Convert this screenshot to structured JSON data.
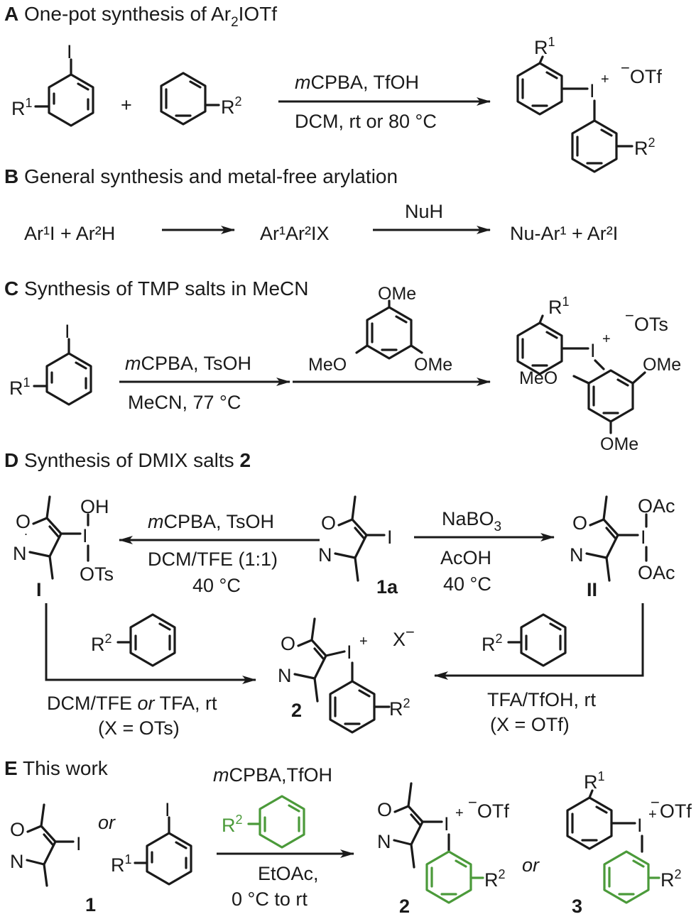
{
  "panels": {
    "A": {
      "letter": "A",
      "title_pre": "One-pot synthesis of Ar",
      "title_sub": "2",
      "title_post": "IOTf",
      "cond_top_italic": "m",
      "cond_top": "CPBA, TfOH",
      "cond_bottom": "DCM, rt or 80 °C",
      "plus": "+",
      "counterion": "OTf"
    },
    "B": {
      "letter": "B",
      "title": "General synthesis and metal-free arylation",
      "reactant": "Ar¹I  + Ar²H",
      "intermediate": "Ar¹Ar²IX",
      "reagent": "NuH",
      "product": "Nu-Ar¹ +  Ar²I"
    },
    "C": {
      "letter": "C",
      "title": "Synthesis of TMP salts in MeCN",
      "cond_top_italic": "m",
      "cond_top": "CPBA, TsOH",
      "cond_bottom": "MeCN, 77 °C",
      "ome": "OMe",
      "meo": "MeO",
      "counterion": "OTs"
    },
    "D": {
      "letter": "D",
      "title": "Synthesis of DMIX salts ",
      "title_bold": "2",
      "left_cond_italic": "m",
      "left_cond_top": "CPBA, TsOH",
      "left_cond_mid": "DCM/TFE (1:1)",
      "left_cond_bot": "40 °C",
      "right_cond_top": "NaBO",
      "right_cond_top_sub": "3",
      "right_cond_mid": "AcOH",
      "right_cond_bot": "40 °C",
      "label_1a": "1a",
      "label_I": "I",
      "label_II": "II",
      "label_2": "2",
      "oh": "OH",
      "ots": "OTs",
      "oac": "OAc",
      "bottom_left_cond_a": "DCM/TFE ",
      "bottom_left_cond_or": "or",
      "bottom_left_cond_b": " TFA, rt",
      "bottom_left_x": "(X = OTs)",
      "bottom_right_cond": "TFA/TfOH, rt",
      "bottom_right_x": "(X = OTf)",
      "counterion": "X"
    },
    "E": {
      "letter": "E",
      "title": "This work",
      "cond_top_italic": "m",
      "cond_top": "CPBA,TfOH",
      "cond_bottom1": "EtOAc,",
      "cond_bottom2": "0 °C to rt",
      "or": "or",
      "label_1": "1",
      "label_2": "2",
      "label_3": "3",
      "counterion": "OTf"
    }
  },
  "atoms": {
    "iodine": "I",
    "oxygen": "O",
    "nitrogen": "N",
    "R": "R",
    "sup1": "1",
    "sup2": "2",
    "plus_charge": "+",
    "minus_charge": "−"
  },
  "colors": {
    "ink": "#1a1a1a",
    "green": "#4b9a3a"
  }
}
